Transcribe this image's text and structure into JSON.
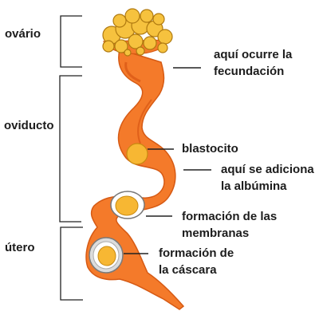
{
  "regions": {
    "ovario": "ovário",
    "oviducto": "oviducto",
    "utero": "útero"
  },
  "annotations": {
    "fecundacion": [
      "aquí ocurre la",
      "fecundación"
    ],
    "blastocito": [
      "blastocito"
    ],
    "albumina": [
      "aquí se adiciona",
      "la albúmina"
    ],
    "membranas": [
      "formación de las",
      "membranas"
    ],
    "cascara": [
      "formación de",
      "la cáscara"
    ]
  },
  "colors": {
    "oviduct": "#f47a2a",
    "oviduct_shade": "#e0601a",
    "ovary_follicle": "#f6c23e",
    "follicle_outline": "#b07a10",
    "egg_yolk": "#f7b733",
    "shell": "#d9d9d9",
    "line": "#222222"
  }
}
